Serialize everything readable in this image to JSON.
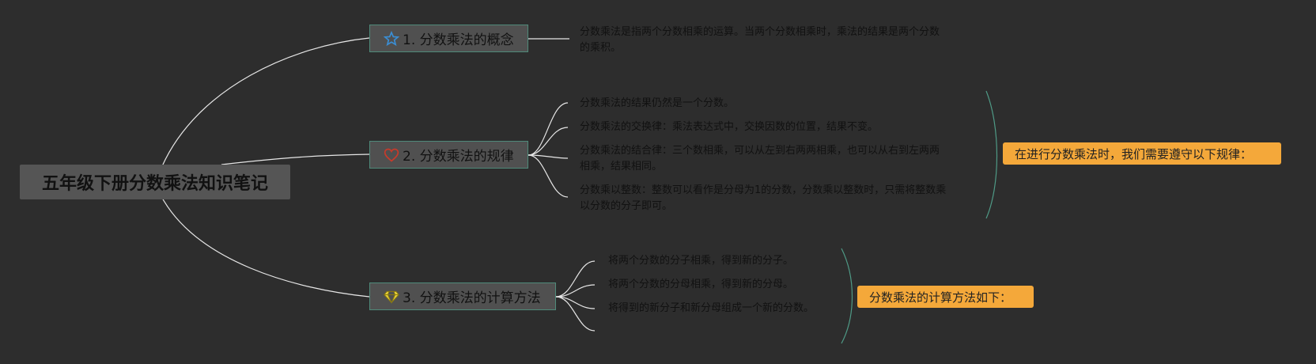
{
  "root": {
    "title": "五年级下册分数乘法知识笔记"
  },
  "branches": [
    {
      "label": "1. 分数乘法的概念",
      "icon": "star-icon",
      "icon_color": "#3a8fd6",
      "leaves": [
        "分数乘法是指两个分数相乘的运算。当两个分数相乘时，乘法的结果是两个分数",
        "的乘积。"
      ]
    },
    {
      "label": "2. 分数乘法的规律",
      "icon": "heart-icon",
      "icon_color": "#c83a2a",
      "leaves": [
        "分数乘法的结果仍然是一个分数。",
        "分数乘法的交换律：乘法表达式中，交换因数的位置，结果不变。",
        "分数乘法的结合律：三个数相乘，可以从左到右两两相乘，也可以从右到左两两",
        "相乘，结果相同。",
        "分数乘以整数：整数可以看作是分母为1的分数，分数乘以整数时，只需将整数乘",
        "以分数的分子即可。"
      ],
      "summary": "在进行分数乘法时，我们需要遵守以下规律："
    },
    {
      "label": "3. 分数乘法的计算方法",
      "icon": "diamond-icon",
      "icon_color": "#e8d23a",
      "leaves": [
        "将两个分数的分子相乘，得到新的分子。",
        "将两个分数的分母相乘，得到新的分母。",
        "将得到的新分子和新分母组成一个新的分数。"
      ],
      "summary": "分数乘法的计算方法如下："
    }
  ],
  "colors": {
    "background": "#2d2d2d",
    "connector": "#e6e6e6",
    "bracket": "#4f9a86",
    "summary_fill": "#f4a83a"
  }
}
